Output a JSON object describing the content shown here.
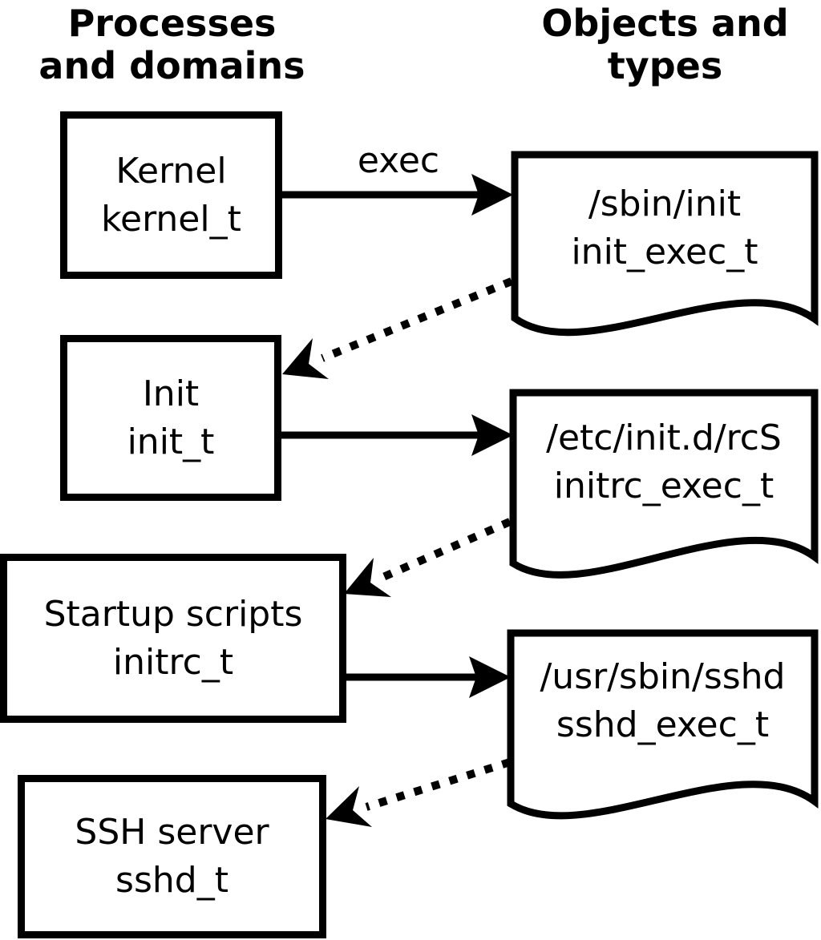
{
  "headers": {
    "left": "Processes\nand domains",
    "right": "Objects and\ntypes"
  },
  "process_nodes": [
    {
      "name": "Kernel",
      "domain": "kernel_t"
    },
    {
      "name": "Init",
      "domain": "init_t"
    },
    {
      "name": "Startup scripts",
      "domain": "initrc_t"
    },
    {
      "name": "SSH server",
      "domain": "sshd_t"
    }
  ],
  "object_nodes": [
    {
      "path": "/sbin/init",
      "type": "init_exec_t"
    },
    {
      "path": "/etc/init.d/rcS",
      "type": "initrc_exec_t"
    },
    {
      "path": "/usr/sbin/sshd",
      "type": "sshd_exec_t"
    }
  ],
  "edges": [
    {
      "from": "kernel_t",
      "to": "init_exec_t",
      "style": "solid",
      "label": "exec"
    },
    {
      "from": "init_exec_t",
      "to": "init_t",
      "style": "dotted",
      "label": ""
    },
    {
      "from": "init_t",
      "to": "initrc_exec_t",
      "style": "solid",
      "label": ""
    },
    {
      "from": "initrc_exec_t",
      "to": "initrc_t",
      "style": "dotted",
      "label": ""
    },
    {
      "from": "initrc_t",
      "to": "sshd_exec_t",
      "style": "solid",
      "label": ""
    },
    {
      "from": "sshd_exec_t",
      "to": "sshd_t",
      "style": "dotted",
      "label": ""
    }
  ],
  "colors": {
    "line": "#000000",
    "background": "#ffffff"
  }
}
